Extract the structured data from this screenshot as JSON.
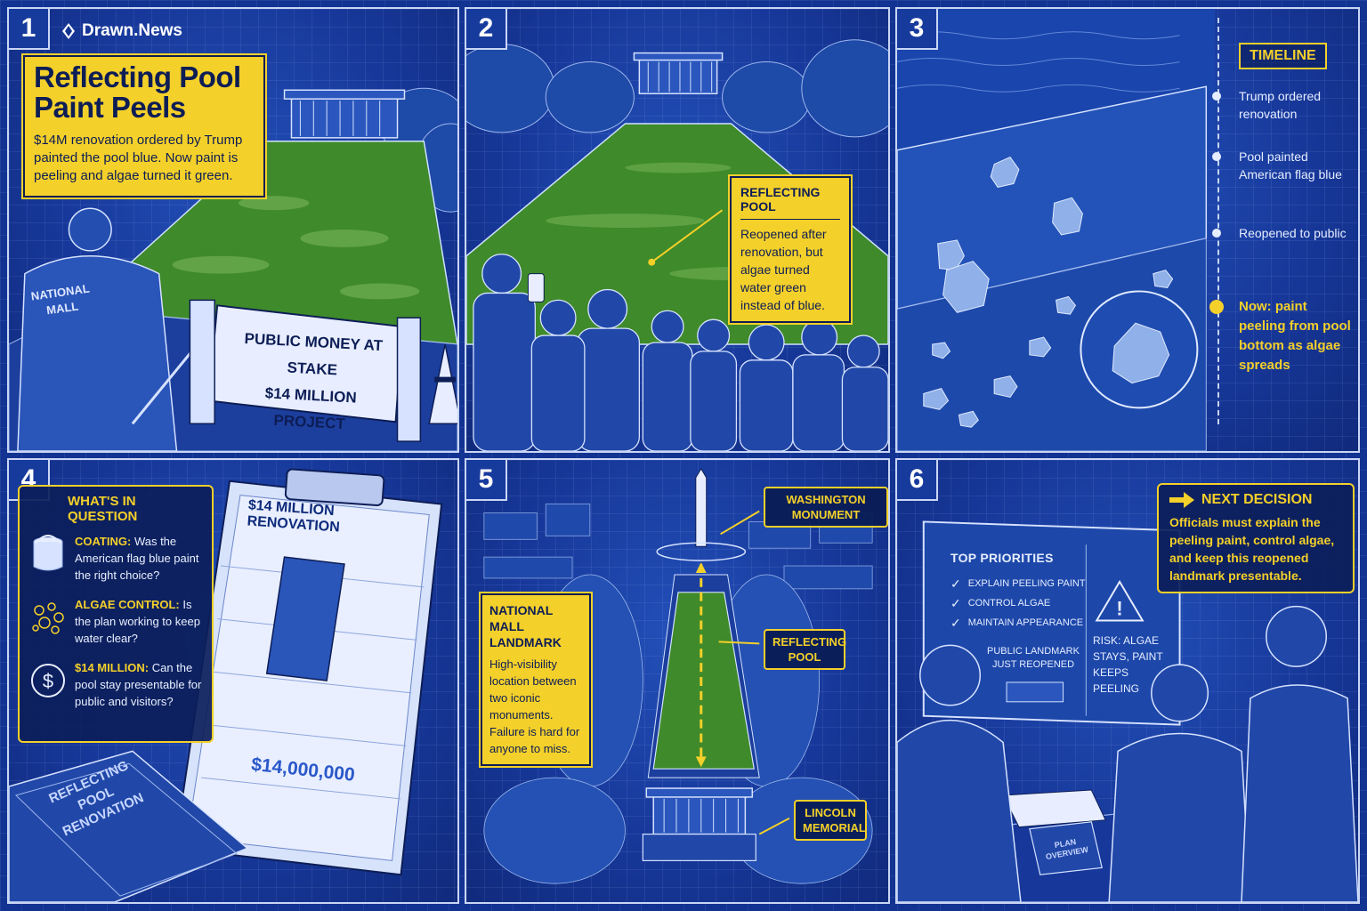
{
  "brand": "Drawn.News",
  "panels": {
    "p1": {
      "number": "1",
      "headline": "Reflecting Pool Paint Peels",
      "subhead": "$14M renovation ordered by Trump painted the pool blue. Now paint is peeling and algae turned it green.",
      "vest_text": "NATIONAL MALL",
      "sign_line1": "PUBLIC MONEY AT STAKE",
      "sign_line2": "$14 MILLION PROJECT"
    },
    "p2": {
      "number": "2",
      "callout_title": "Reflecting Pool",
      "callout_body": "Reopened after renovation, but algae turned water green instead of blue."
    },
    "p3": {
      "number": "3",
      "timeline_title": "TIMELINE",
      "timeline": [
        {
          "text": "Trump ordered renovation"
        },
        {
          "text": "Pool painted American flag blue"
        },
        {
          "text": "Reopened to public"
        },
        {
          "text": "Now: paint peeling from pool bottom as algae spreads"
        }
      ]
    },
    "p4": {
      "number": "4",
      "box_title": "What's in question",
      "items": [
        {
          "label": "COATING:",
          "text": "Was the American flag blue paint the right choice?",
          "icon": "paint-can-icon"
        },
        {
          "label": "ALGAE CONTROL:",
          "text": "Is the plan working to keep water clear?",
          "icon": "algae-icon"
        },
        {
          "label": "$14 MILLION:",
          "text": "Can the pool stay presentable for public and visitors?",
          "icon": "dollar-icon"
        }
      ],
      "clipboard_title": "$14 MILLION RENOVATION",
      "clipboard_amount": "$14,000,000",
      "book_title": "REFLECTING POOL RENOVATION"
    },
    "p5": {
      "number": "5",
      "label_monument": "WASHINGTON MONUMENT",
      "label_pool": "REFLECTING POOL",
      "label_lincoln": "LINCOLN MEMORIAL",
      "landmark_title": "National Mall Landmark",
      "landmark_body": "High-visibility location between two iconic monuments. Failure is hard for anyone to miss."
    },
    "p6": {
      "number": "6",
      "decision_title": "Next Decision",
      "decision_body": "Officials must explain the peeling paint, control algae, and keep this reopened landmark presentable.",
      "priorities_title": "TOP PRIORITIES",
      "priorities": [
        "EXPLAIN PEELING PAINT",
        "CONTROL ALGAE",
        "MAINTAIN APPEARANCE"
      ],
      "screen_landmark": "PUBLIC LANDMARK JUST REOPENED",
      "risk_text": "RISK: ALGAE STAYS, PAINT KEEPS PEELING",
      "plan_label": "PLAN OVERVIEW"
    }
  },
  "colors": {
    "background": "#123391",
    "accent_yellow": "#f4d02a",
    "line": "#c9d6f5",
    "algae_green": "#3f8a2a"
  }
}
